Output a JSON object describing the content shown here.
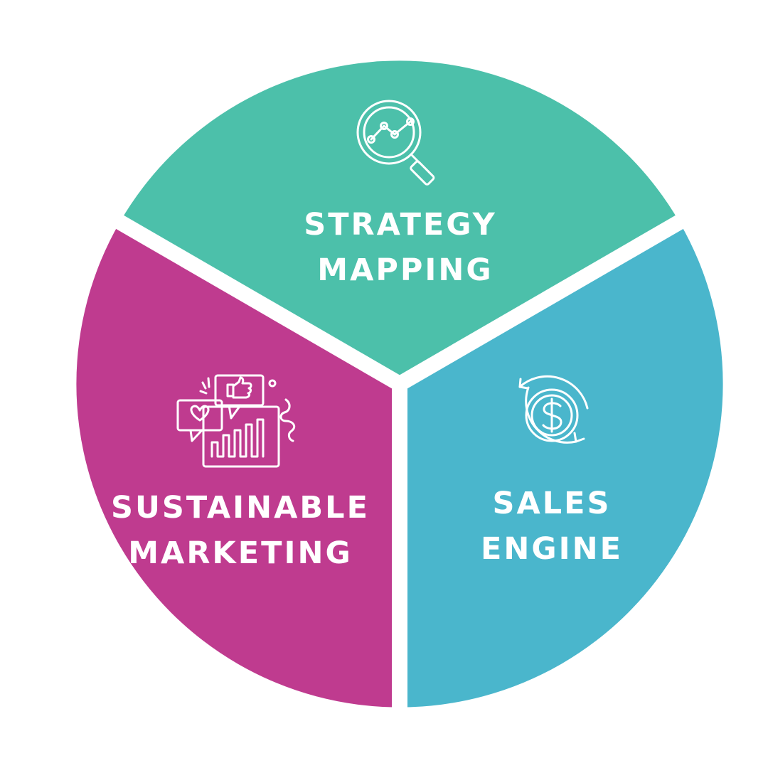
{
  "colors": {
    "background": "#ffffff",
    "strategy": "#4cc0aa",
    "marketing": "#bf3b8f",
    "sales": "#4ab6cc",
    "text": "#ffffff"
  },
  "segments": {
    "strategy": {
      "icon": "magnifier-chart-icon",
      "line1": "STRATEGY",
      "line2": "MAPPING"
    },
    "marketing": {
      "icon": "social-feedback-chart-icon",
      "line1": "SUSTAINABLE",
      "line2": "MARKETING"
    },
    "sales": {
      "icon": "dollar-cycle-icon",
      "line1": "SALES",
      "line2": "ENGINE"
    }
  }
}
